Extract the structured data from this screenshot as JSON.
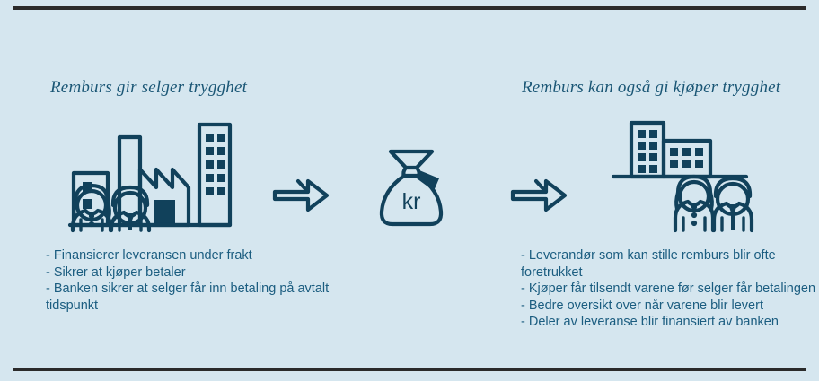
{
  "slide": {
    "background_color": "#d5e6ef",
    "rule_color": "#2b2b2b",
    "ink_color": "#11415b",
    "heading_color": "#1a5675",
    "body_text_color": "#1b5d80"
  },
  "left": {
    "heading": "Remburs gir selger trygghet",
    "icon_group": "sellers-and-factory-icon",
    "bullets": [
      "- Finansierer leveransen under frakt",
      "- Sikrer at kjøper betaler",
      "- Banken sikrer at selger får inn betaling på avtalt tidspunkt"
    ]
  },
  "center": {
    "arrow_left": "arrow-right-icon",
    "money_bag_label": "kr",
    "money_bag": "money-bag-icon",
    "arrow_right": "arrow-right-icon"
  },
  "right": {
    "heading": "Remburs kan også gi kjøper trygghet",
    "icon_group": "buyers-and-buildings-icon",
    "bullets": [
      "- Leverandør som kan stille remburs blir ofte foretrukket",
      "- Kjøper får tilsendt varene før selger får betalingen",
      "- Bedre oversikt over når varene blir levert",
      "- Deler av leveranse blir finansiert av banken"
    ]
  }
}
